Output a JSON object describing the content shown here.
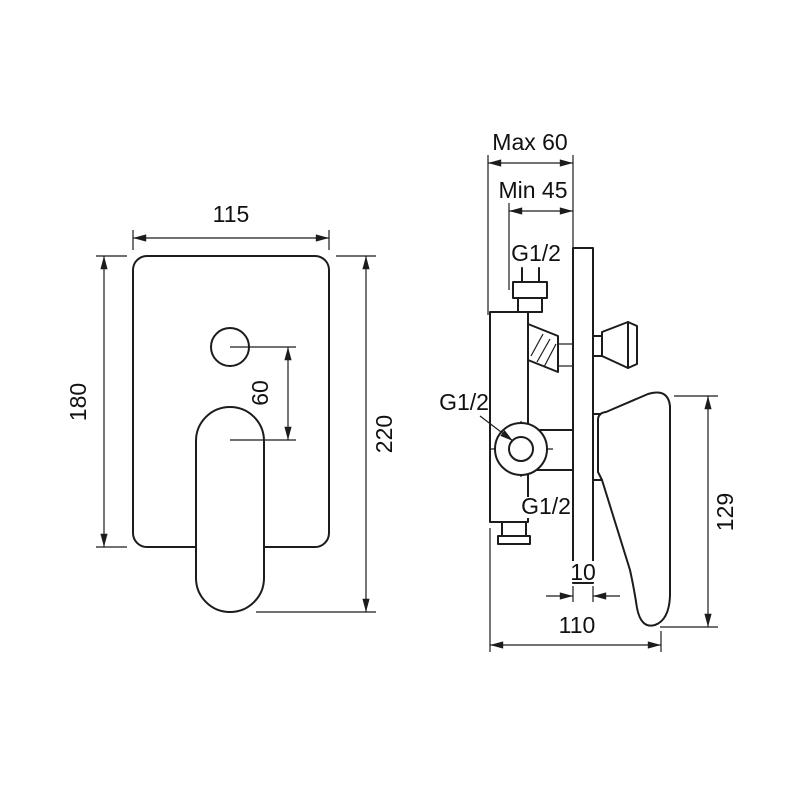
{
  "colors": {
    "line": "#1c1c1c",
    "background": "#ffffff"
  },
  "front_view": {
    "width_label": "115",
    "plate_height_label": "180",
    "overall_height_label": "220",
    "button_offset_label": "60"
  },
  "side_view": {
    "max_depth_label": "Max 60",
    "min_depth_label": "Min 45",
    "top_connection_label": "G1/2",
    "inlet_connection_label": "G1/2",
    "bottom_connection_label": "G1/2",
    "plate_thickness_label": "10",
    "overall_depth_label": "110",
    "handle_height_label": "129"
  }
}
